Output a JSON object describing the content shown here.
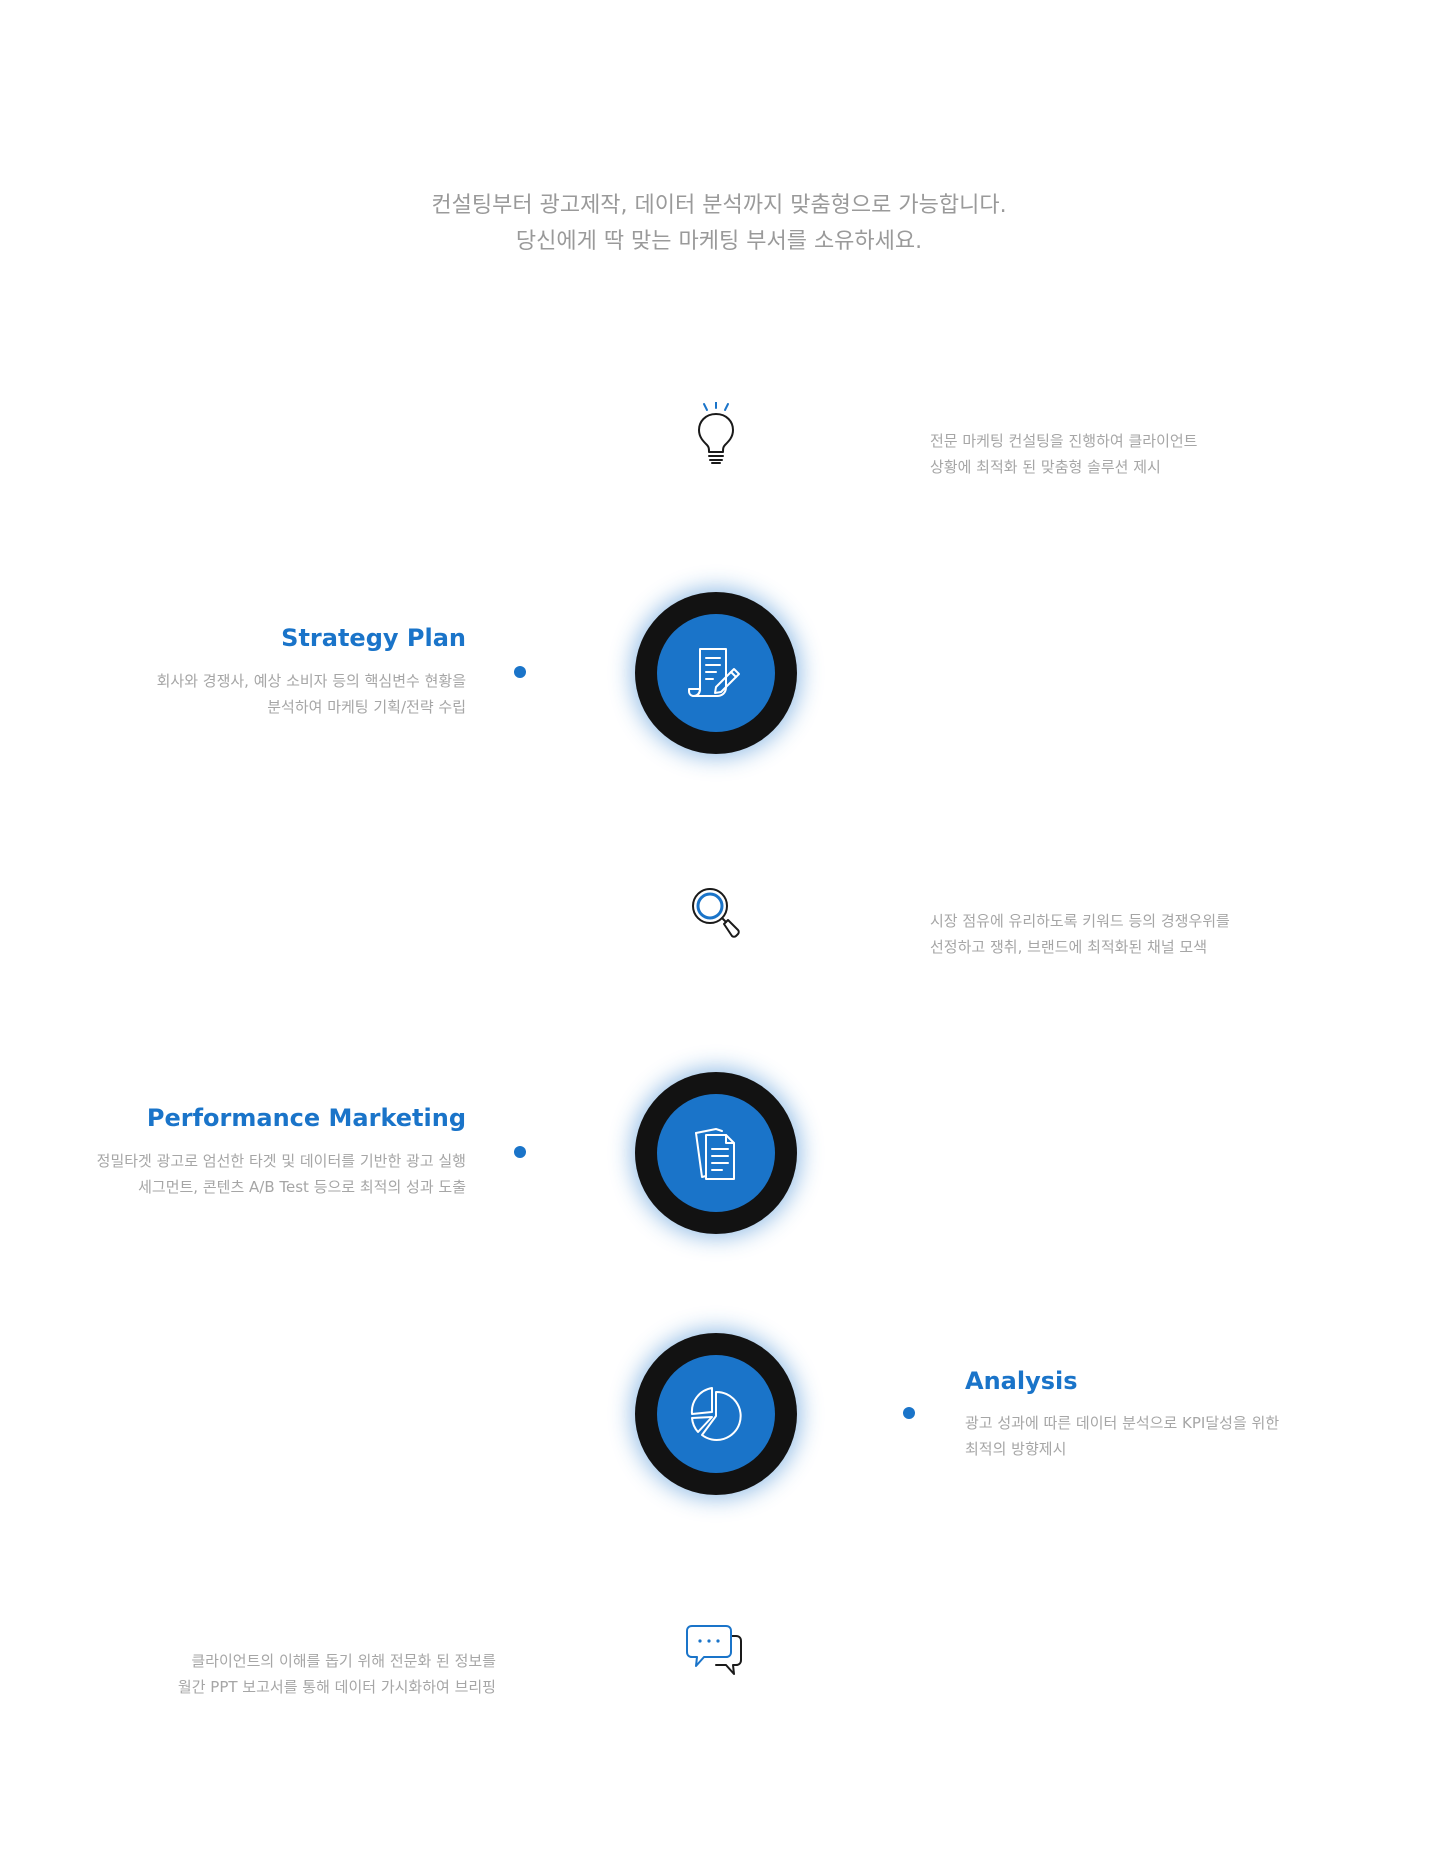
{
  "intro": {
    "line1": "컨설팅부터 광고제작, 데이터 분석까지 맞춤형으로 가능합니다.",
    "line2": "당신에게 딱 맞는 마케팅 부서를 소유하세요."
  },
  "steps": {
    "consulting": {
      "desc_line1": "전문 마케팅 컨설팅을 진행하여 클라이언트",
      "desc_line2": "상황에 최적화 된 맞춤형 솔루션 제시",
      "icon": "lightbulb-icon"
    },
    "strategy": {
      "title": "Strategy Plan",
      "desc_line1": "회사와 경쟁사, 예상 소비자 등의 핵심변수 현황을",
      "desc_line2": "분석하여 마케팅 기획/전략 수립",
      "icon": "document-pen-icon"
    },
    "keyword": {
      "desc_line1": "시장 점유에 유리하도록 키워드 등의 경쟁우위를",
      "desc_line2": "선정하고 쟁취, 브랜드에 최적화된 채널 모색",
      "icon": "magnifier-icon"
    },
    "performance": {
      "title": "Performance Marketing",
      "desc_line1": "정밀타겟 광고로 엄선한 타겟 및 데이터를 기반한 광고 실행",
      "desc_line2": "세그먼트, 콘텐츠 A/B Test 등으로 최적의 성과 도출",
      "icon": "documents-icon"
    },
    "analysis": {
      "title": "Analysis",
      "desc_line1": "광고 성과에 따른 데이터 분석으로 KPI달성을 위한",
      "desc_line2": "최적의 방향제시",
      "icon": "pie-chart-icon"
    },
    "reporting": {
      "desc_line1": "클라이언트의 이해를 돕기 위해 전문화 된 정보를",
      "desc_line2": "월간 PPT 보고서를 통해 데이터 가시화하여 브리핑",
      "icon": "chat-bubbles-icon"
    }
  },
  "colors": {
    "accent": "#1a74c9",
    "ring": "#121212",
    "text_muted": "#a6a6a6"
  }
}
